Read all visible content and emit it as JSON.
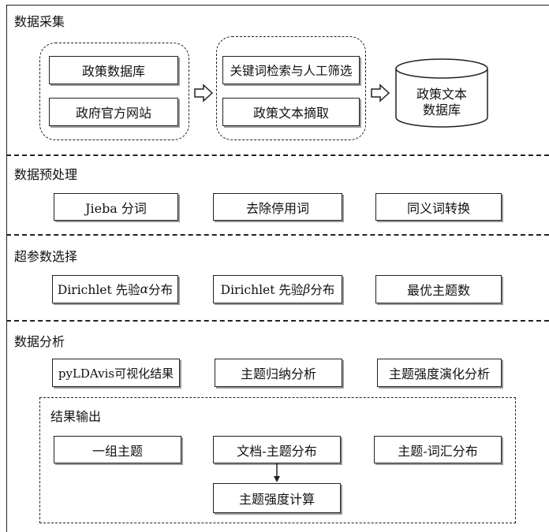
{
  "sections": {
    "s1": {
      "title": "数据采集"
    },
    "s2": {
      "title": "数据预处理"
    },
    "s3": {
      "title": "超参数选择"
    },
    "s4": {
      "title": "数据分析"
    }
  },
  "collection": {
    "box_policy_db": "政策数据库",
    "box_gov_site": "政府官方网站",
    "box_keyword": "关键词检索与人工筛选",
    "box_extract": "政策文本摘取",
    "cylinder_line1": "政策文本",
    "cylinder_line2": "数据库"
  },
  "preprocess": {
    "box_jieba": "Jieba 分词",
    "box_stopwords": "去除停用词",
    "box_synonym": "同义词转换"
  },
  "hyper": {
    "alpha_prefix": "Dirichlet 先验",
    "alpha_symbol": "α",
    "alpha_suffix": "分布",
    "beta_prefix": "Dirichlet 先验",
    "beta_symbol": "β",
    "beta_suffix": "分布",
    "box_topics": "最优主题数"
  },
  "analysis": {
    "box_pyldavis": "pyLDAvis可视化结果",
    "box_induction": "主题归纳分析",
    "box_evolution": "主题强度演化分析",
    "output": {
      "title": "结果输出",
      "box_group": "一组主题",
      "box_doc_topic": "文档-主题分布",
      "box_topic_word": "主题-词汇分布",
      "box_strength": "主题强度计算"
    }
  }
}
